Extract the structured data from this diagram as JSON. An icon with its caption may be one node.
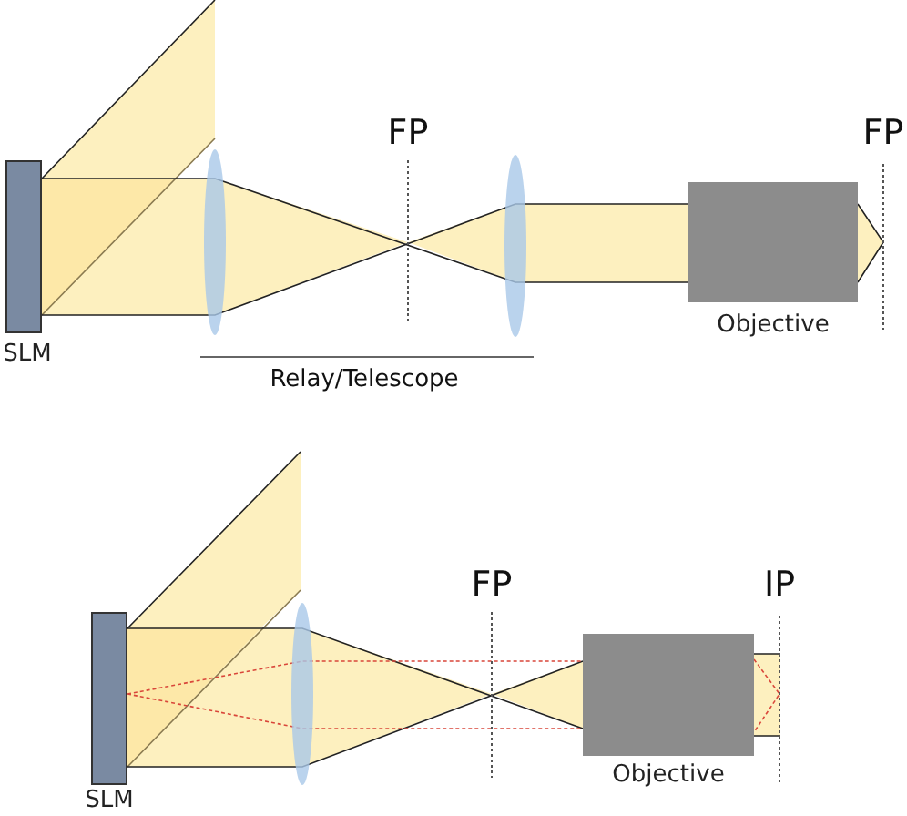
{
  "diagram": {
    "nodes": [
      {
        "text": [
          "SLM"
        ]
      },
      {
        "text": [
          "Objective"
        ]
      },
      {
        "text": [
          "SLM"
        ]
      },
      {
        "text": [
          "Objective"
        ]
      }
    ],
    "labels": [
      "FP",
      "FP",
      "Relay/Telescope",
      "FP",
      "IP"
    ]
  }
}
